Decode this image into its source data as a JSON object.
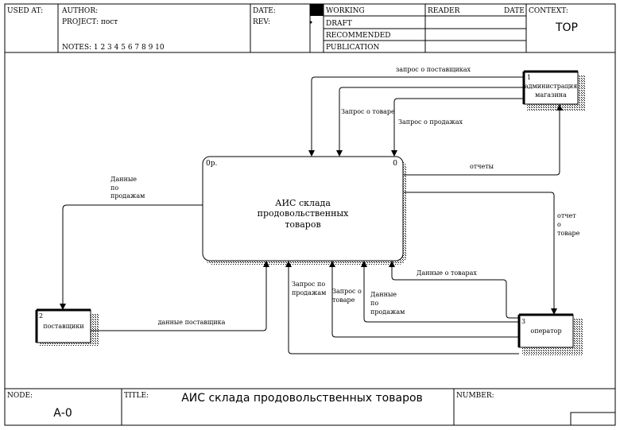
{
  "header": {
    "used_at": "USED AT:",
    "author": "AUTHOR:",
    "project": "PROJECT: пост",
    "notes": "NOTES:  1  2  3  4  5  6  7  8  9  10",
    "date": "DATE:",
    "rev": "REV:",
    "status": [
      "WORKING",
      "DRAFT",
      "RECOMMENDED",
      "PUBLICATION"
    ],
    "reader": "READER",
    "reader_date": "DATE",
    "context": "CONTEXT:",
    "context_value": "TOP"
  },
  "main_box": {
    "ref_left": "0р.",
    "ref_right": "0",
    "lines": [
      "АИС склада",
      "продовольственных",
      "товаров"
    ]
  },
  "entities": [
    {
      "num": "1",
      "lines": [
        "администрация",
        "магазина"
      ]
    },
    {
      "num": "2",
      "lines": [
        "поставщики"
      ]
    },
    {
      "num": "3",
      "lines": [
        "оператор"
      ]
    }
  ],
  "flows": {
    "supplier_request": "запрос о поставщиках",
    "product_request_top": "Запрос о товаре",
    "sales_request_top": "Запрос о продажах",
    "reports": "отчеты",
    "sales_data_left": [
      "Данные",
      "по",
      "продажам"
    ],
    "supplier_data": "данные поставщика",
    "product_report": [
      "отчет",
      "о",
      "товаре"
    ],
    "product_data": "Данные о товарах",
    "sales_request_bottom": [
      "Запрос по",
      "продажам"
    ],
    "product_request_bottom": [
      "Запрос о",
      "товаре"
    ],
    "sales_data_bottom": [
      "Данные",
      "по",
      "продажам"
    ]
  },
  "footer": {
    "node_label": "NODE:",
    "node_value": "А-0",
    "title_label": "TITLE:",
    "title_value": "АИС склада продовольственных товаров",
    "number_label": "NUMBER:"
  }
}
